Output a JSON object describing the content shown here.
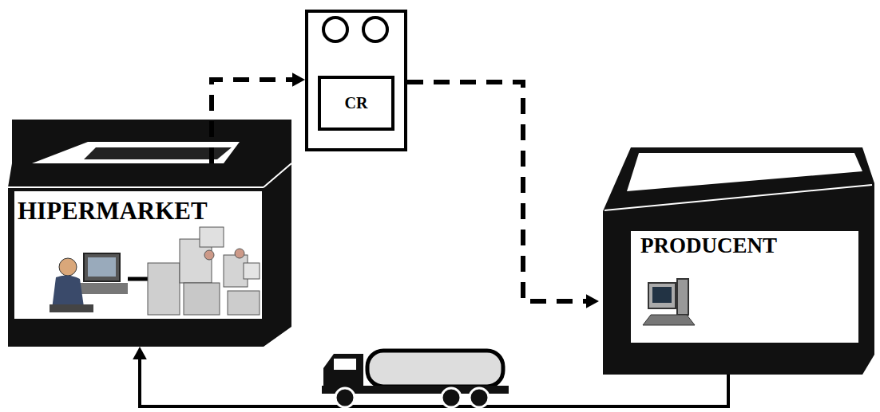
{
  "diagram": {
    "nodes": [
      {
        "text": [
          "HIPERMARKET"
        ]
      },
      {
        "text": [
          "CR"
        ]
      },
      {
        "text": [
          "PRODUCENT"
        ]
      }
    ],
    "edges": [
      {
        "from": 0,
        "to": 1,
        "arrow": "to"
      },
      {
        "from": 1,
        "to": 2,
        "arrow": "to"
      },
      {
        "from": 2,
        "to": 0,
        "arrow": "to"
      }
    ]
  }
}
